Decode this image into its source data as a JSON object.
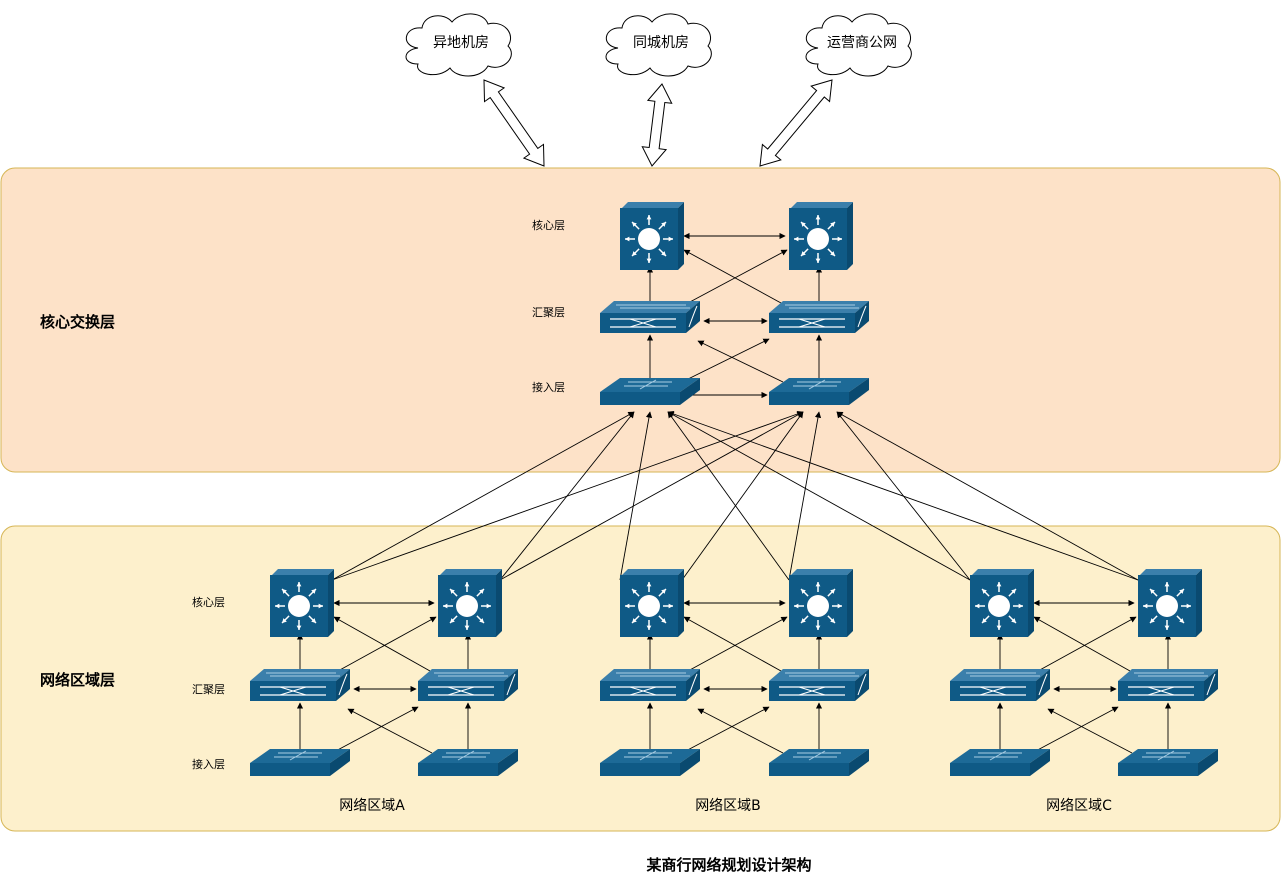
{
  "title": "某商行网络规划设计架构",
  "clouds": [
    "异地机房",
    "同城机房",
    "运营商公网"
  ],
  "bands": {
    "core": {
      "label": "核心交换层"
    },
    "area": {
      "label": "网络区域层"
    }
  },
  "tiers": {
    "core": "核心层",
    "aggregation": "汇聚层",
    "access": "接入层"
  },
  "areas": [
    "网络区域A",
    "网络区域B",
    "网络区域C"
  ],
  "colors": {
    "device": "#0f5a86",
    "band_core_fill": "#fde2c8",
    "band_area_fill": "#fdf0cc",
    "band_stroke": "#d6b656",
    "line": "#000000"
  },
  "icons": {
    "core": "layer3-switch-icon",
    "aggregation": "aggregation-switch-icon",
    "access": "access-switch-icon",
    "cloud": "cloud-icon"
  }
}
